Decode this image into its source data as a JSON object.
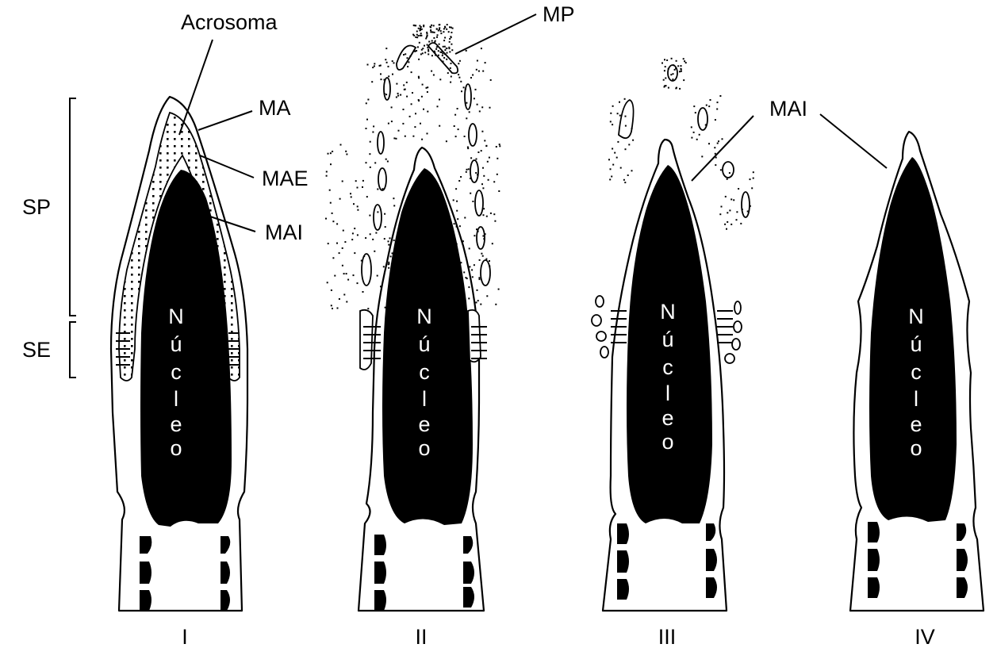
{
  "labels": {
    "acrosoma": "Acrosoma",
    "mp": "MP",
    "ma": "MA",
    "mae": "MAE",
    "mai_1": "MAI",
    "mai_2": "MAI",
    "sp": "SP",
    "se": "SE"
  },
  "nucleus_text": [
    "N",
    "ú",
    "c",
    "l",
    "e",
    "o"
  ],
  "stages": [
    "I",
    "II",
    "III",
    "IV"
  ]
}
